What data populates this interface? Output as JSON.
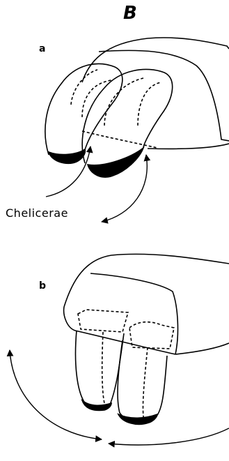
{
  "figure_label": "B",
  "panel_a_label": "a",
  "panel_b_label": "b",
  "chelicerae_label": "Chelicerae",
  "colors": {
    "ink": "#000000",
    "background": "#ffffff"
  }
}
